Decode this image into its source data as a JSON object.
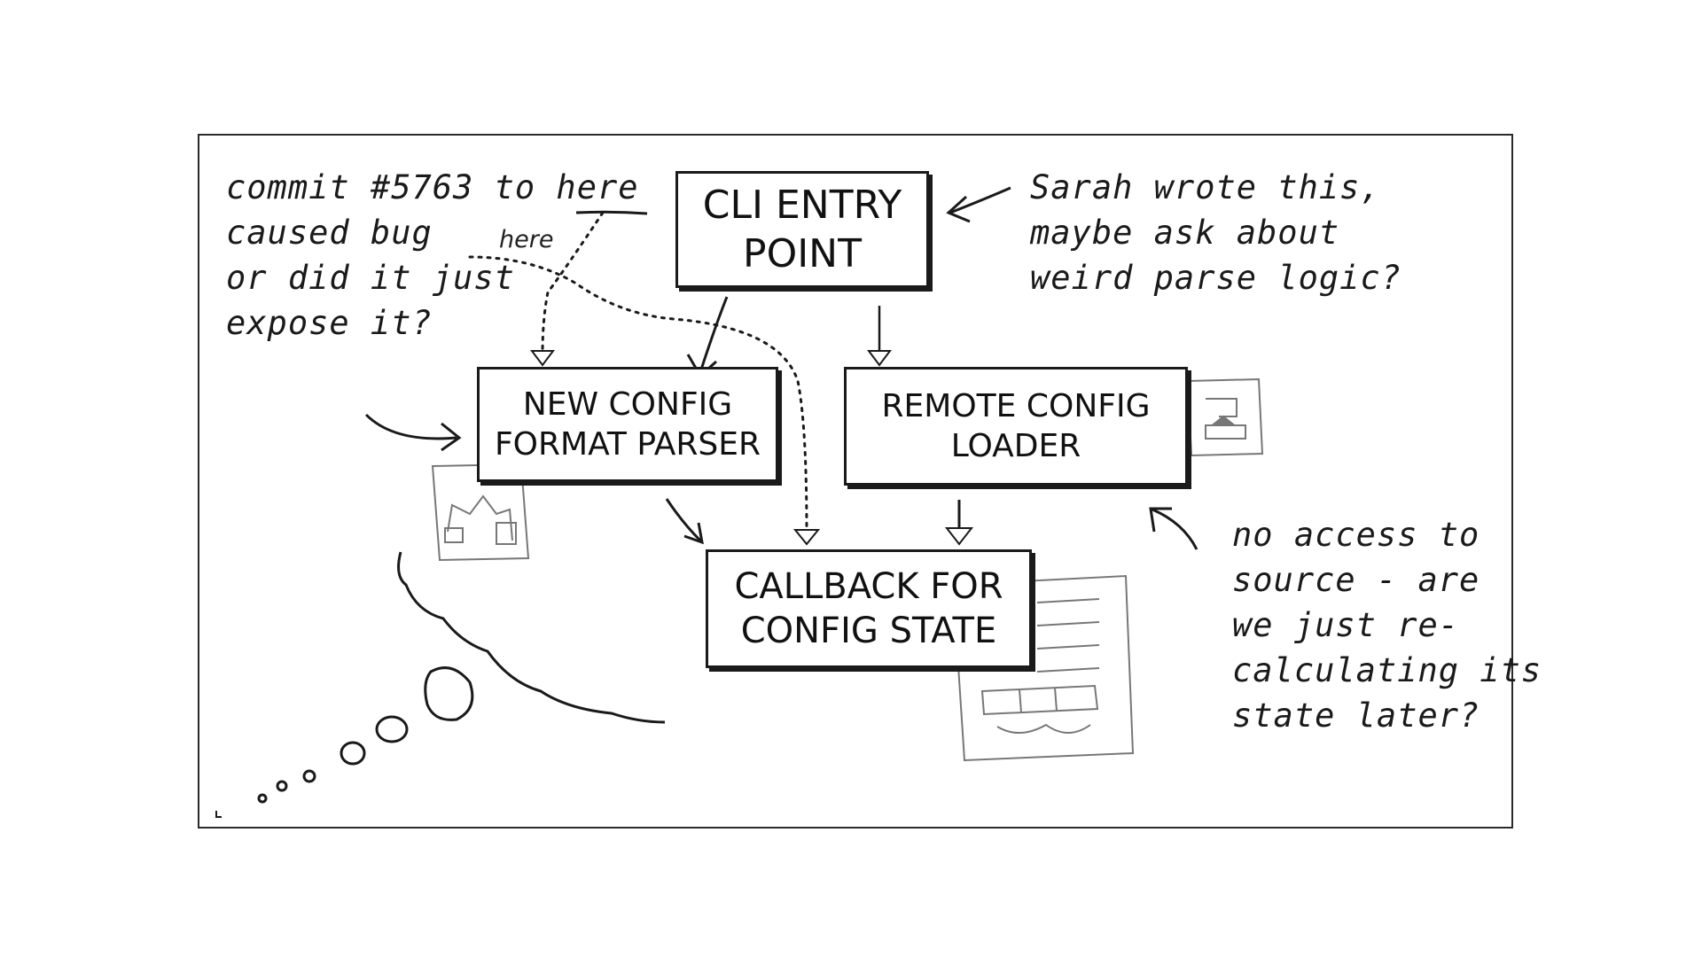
{
  "diagram": {
    "nodes": {
      "cli": {
        "line1": "CLI ENTRY",
        "line2": "POINT"
      },
      "parser": {
        "line1": "NEW CONFIG",
        "line2": "FORMAT PARSER"
      },
      "remote": {
        "line1": "REMOTE CONFIG",
        "line2": "LOADER"
      },
      "callback": {
        "line1": "CALLBACK FOR",
        "line2": "CONFIG STATE"
      }
    },
    "edges": [
      {
        "from": "cli",
        "to": "parser",
        "style": "solid"
      },
      {
        "from": "cli",
        "to": "remote",
        "style": "solid"
      },
      {
        "from": "parser",
        "to": "callback",
        "style": "solid"
      },
      {
        "from": "remote",
        "to": "callback",
        "style": "solid"
      },
      {
        "from": "here",
        "to": "parser",
        "style": "dotted"
      },
      {
        "from": "here",
        "to": "callback",
        "style": "dotted"
      }
    ],
    "annotations": {
      "commit": {
        "line1_prefix": "commit #5763 to ",
        "line1_here": "here",
        "line2": "caused bug",
        "line3": "or did it just",
        "line4": "expose it?"
      },
      "here_small": "here",
      "sarah": {
        "line1": "Sarah wrote this,",
        "line2": "maybe ask about",
        "line3": "weird parse logic?"
      },
      "access": {
        "line1": "no access to",
        "line2": "source - are",
        "line3": "we just re-",
        "line4": "calculating its",
        "line5": "state later?"
      }
    },
    "colors": {
      "ink": "#1a1a1a",
      "sketch": "#777777",
      "background": "#ffffff"
    }
  }
}
